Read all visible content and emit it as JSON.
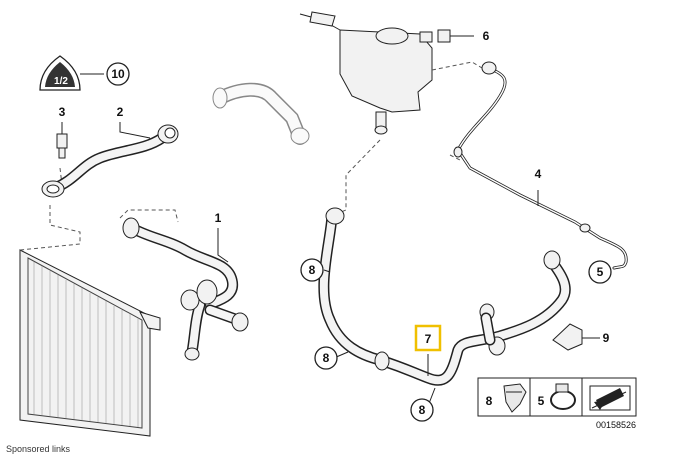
{
  "callouts": [
    {
      "id": "c10",
      "text": "10"
    },
    {
      "id": "c3",
      "text": "3"
    },
    {
      "id": "c2",
      "text": "2"
    },
    {
      "id": "c1",
      "text": "1"
    },
    {
      "id": "c6",
      "text": "6"
    },
    {
      "id": "c4",
      "text": "4"
    },
    {
      "id": "c5",
      "text": "5"
    },
    {
      "id": "c8a",
      "text": "8"
    },
    {
      "id": "c8b",
      "text": "8"
    },
    {
      "id": "c7",
      "text": "7"
    },
    {
      "id": "c8c",
      "text": "8"
    },
    {
      "id": "c9",
      "text": "9"
    }
  ],
  "warning_label": "1/2",
  "legend": {
    "item_8": "8",
    "item_5": "5"
  },
  "diagram_number": "00158526",
  "footer_text": "Sponsored links",
  "highlight_color": "#f0c000"
}
